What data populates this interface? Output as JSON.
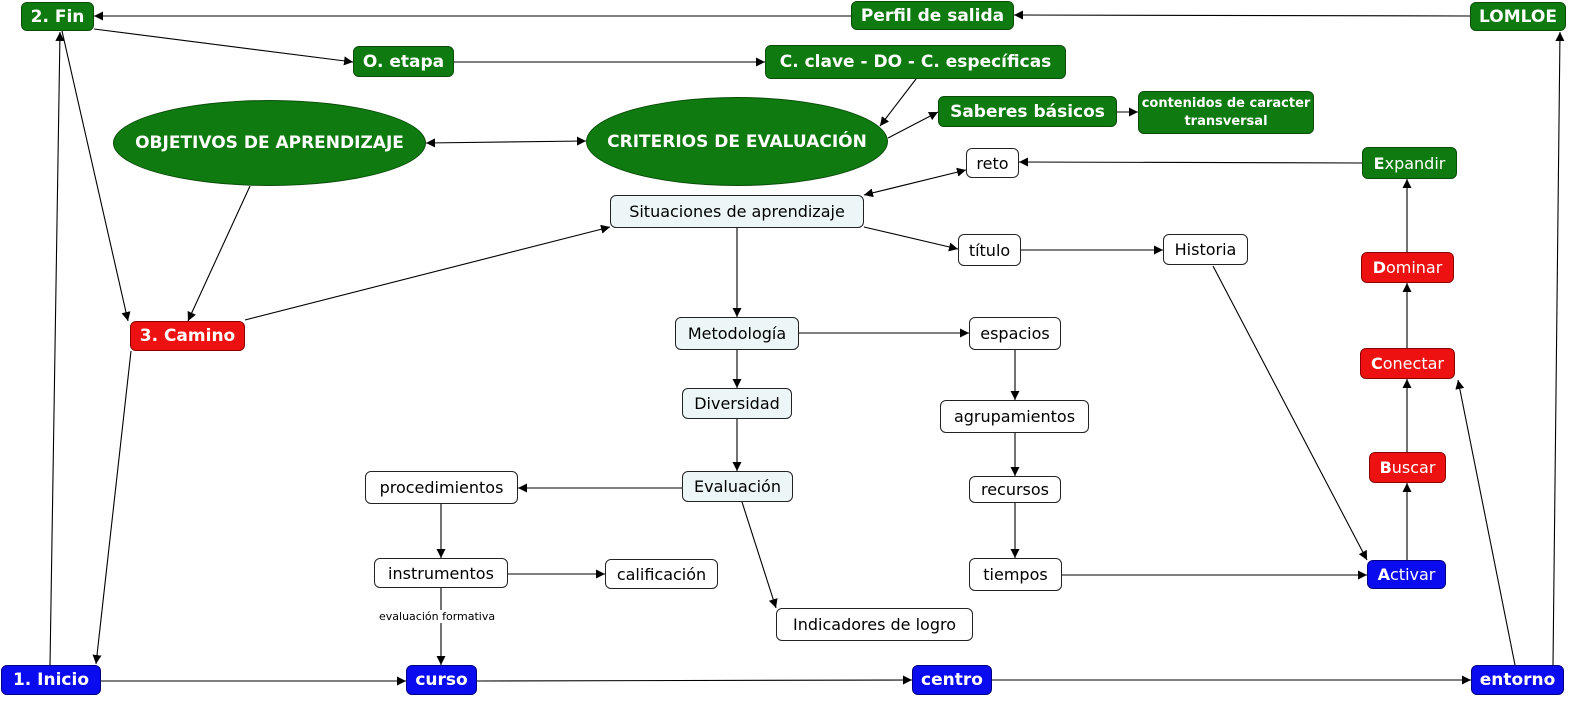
{
  "colors": {
    "green": "#0f7a0f",
    "red": "#ee1111",
    "blue": "#0b0bf0",
    "pale": "#edf6f6"
  },
  "nodes": {
    "fin": "2. Fin",
    "perfil": "Perfil de salida",
    "lomloe": "LOMLOE",
    "oetapa": "O. etapa",
    "cclave": "C. clave - DO - C. específicas",
    "saberes": "Saberes básicos",
    "contenidos": "contenidos de caracter transversal",
    "objetivos": "OBJETIVOS DE APRENDIZAJE",
    "criterios": "CRITERIOS DE EVALUACIÓN",
    "reto": "reto",
    "situaciones": "Situaciones de aprendizaje",
    "titulo": "título",
    "historia": "Historia",
    "camino": "3. Camino",
    "metodologia": "Metodología",
    "espacios": "espacios",
    "diversidad": "Diversidad",
    "agrupamientos": "agrupamientos",
    "procedimientos": "procedimientos",
    "evaluacion": "Evaluación",
    "recursos": "recursos",
    "instrumentos": "instrumentos",
    "calificacion": "calificación",
    "tiempos": "tiempos",
    "indicadores": "Indicadores de logro",
    "inicio": "1. Inicio",
    "curso": "curso",
    "centro": "centro",
    "entorno": "entorno"
  },
  "steps": {
    "expandir": {
      "initial": "E",
      "rest": "xpandir"
    },
    "dominar": {
      "initial": "D",
      "rest": "ominar"
    },
    "conectar": {
      "initial": "C",
      "rest": "onectar"
    },
    "buscar": {
      "initial": "B",
      "rest": "uscar"
    },
    "activar": {
      "initial": "A",
      "rest": "ctivar"
    }
  },
  "edge_labels": {
    "evaluacion_formativa": "evaluación formativa"
  }
}
